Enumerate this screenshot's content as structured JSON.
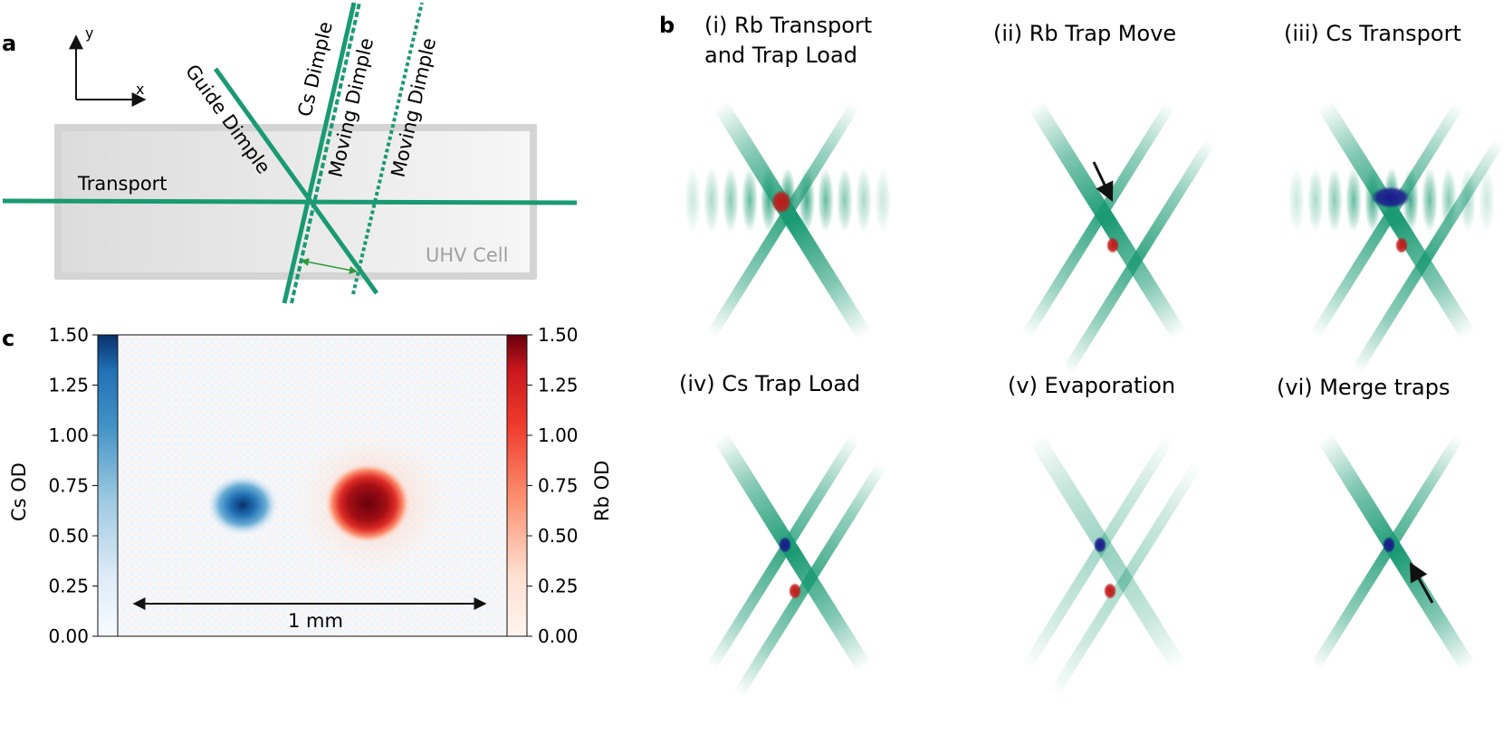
{
  "colors": {
    "beam": "#1a9a72",
    "cell_border": "#c8c8c8",
    "cell_fill": "#eeeeee",
    "cell_label": "#a0a0a0",
    "arrow_green": "#2e9a3a",
    "rb_atoms": "#c01818",
    "cs_atoms": "#1a1a8c",
    "cs_colormap_high": "#08306b",
    "cs_colormap_low": "#f4f8fd",
    "rb_colormap_high": "#67000d",
    "rb_colormap_low": "#fff5f0"
  },
  "panel_a": {
    "letter": "a",
    "axis_y": "y",
    "axis_x": "x",
    "beam_labels": {
      "transport": "Transport",
      "guide": "Guide Dimple",
      "cs": "Cs Dimple",
      "moving1": "Moving Dimple",
      "moving2": "Moving Dimple"
    },
    "cell_label": "UHV Cell"
  },
  "panel_b": {
    "letter": "b",
    "steps": [
      {
        "label_lines": [
          "(i) Rb Transport",
          "and Trap Load"
        ],
        "lattice": true,
        "rb": "center",
        "cs": "none",
        "arrow": "none",
        "beam_strength": 1.0
      },
      {
        "label_lines": [
          "(ii) Rb Trap Move"
        ],
        "lattice": false,
        "rb": "moved",
        "cs": "none",
        "arrow": "down-right",
        "beam_strength": 1.0
      },
      {
        "label_lines": [
          "(iii) Cs Transport"
        ],
        "lattice": true,
        "rb": "moved",
        "cs": "center-large",
        "arrow": "none",
        "beam_strength": 1.0
      },
      {
        "label_lines": [
          "(iv) Cs Trap Load"
        ],
        "lattice": false,
        "rb": "moved",
        "cs": "center",
        "arrow": "none",
        "beam_strength": 1.0
      },
      {
        "label_lines": [
          "(v) Evaporation"
        ],
        "lattice": false,
        "rb": "moved",
        "cs": "center",
        "arrow": "none",
        "beam_strength": 0.45
      },
      {
        "label_lines": [
          "(vi) Merge traps"
        ],
        "lattice": false,
        "rb": "none",
        "cs": "center",
        "arrow": "up-left",
        "beam_strength": 1.0
      }
    ]
  },
  "panel_c": {
    "letter": "c",
    "left_colorbar_label": "Cs OD",
    "right_colorbar_label": "Rb OD",
    "tick_labels": [
      "0.00",
      "0.25",
      "0.50",
      "0.75",
      "1.00",
      "1.25",
      "1.50"
    ],
    "scale_bar_label": "1 mm"
  }
}
